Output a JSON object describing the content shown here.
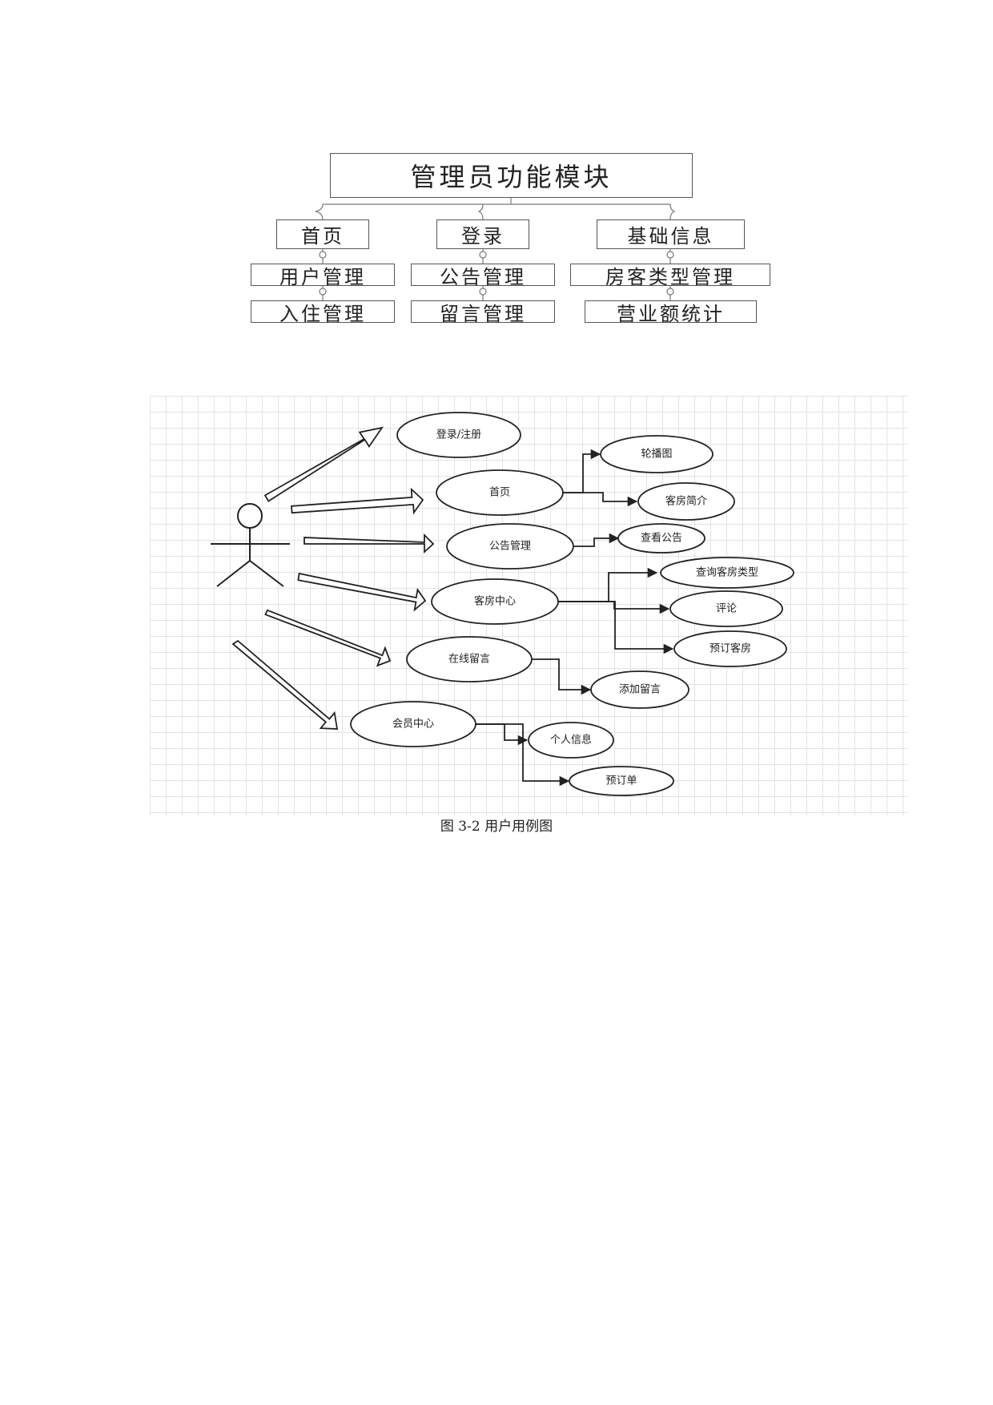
{
  "tree": {
    "root": "管理员功能模块",
    "columns": [
      {
        "header": "首页",
        "items": [
          "用户管理",
          "入住管理"
        ]
      },
      {
        "header": "登录",
        "items": [
          "公告管理",
          "留言管理"
        ]
      },
      {
        "header": "基础信息",
        "items": [
          "房客类型管理",
          "营业额统计"
        ]
      }
    ]
  },
  "usecase": {
    "primary": [
      "登录/注册",
      "首页",
      "公告管理",
      "客房中心",
      "在线留言",
      "会员中心"
    ],
    "secondary": {
      "home": [
        "轮播图",
        "客房简介"
      ],
      "notice": [
        "查看公告"
      ],
      "rooms": [
        "查询客房类型",
        "评论",
        "预订客房"
      ],
      "message": [
        "添加留言"
      ],
      "member": [
        "个人信息",
        "预订单"
      ]
    }
  },
  "caption": "图 3-2 用户用例图"
}
